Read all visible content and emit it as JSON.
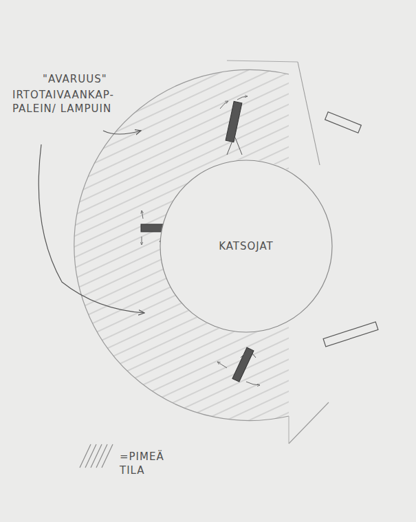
{
  "diagram": {
    "nodes": [
      {
        "text": [
          "KATSOJAT"
        ]
      }
    ],
    "labels": [
      "\"AVARUUS\"",
      "IRTOTAIVAANKAP- PALEIN/ LAMPUIN"
    ],
    "legend": [
      {
        "text": "=PIMEÄ TILA"
      }
    ]
  }
}
